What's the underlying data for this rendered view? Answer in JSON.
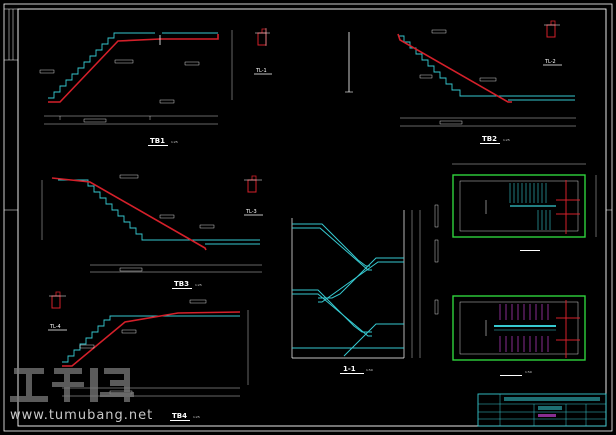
{
  "colors": {
    "background": "#000000",
    "frame": "#ffffff",
    "concrete": "#d4202a",
    "stairs": "#36c9d0",
    "dimension": "#ffffff",
    "label_bar": "#ffffff",
    "rebar": "#c040d0",
    "titleblock": "#36c9d0"
  },
  "views": {
    "tb1": {
      "label": "TB1",
      "scale": "1:25"
    },
    "tb2": {
      "label": "TB2",
      "scale": "1:25"
    },
    "tb3": {
      "label": "TB3",
      "scale": "1:25"
    },
    "tb4": {
      "label": "TB4",
      "scale": "1:25"
    },
    "section": {
      "label": "1-1",
      "scale": "1:50"
    },
    "plan_top": {
      "label": "",
      "scale": ""
    },
    "plan_bottom": {
      "label": "",
      "scale": "1:50"
    }
  },
  "details": {
    "d1": {
      "label": "TL-1"
    },
    "d2": {
      "label": "TL-2"
    },
    "d3": {
      "label": "TL-3"
    },
    "d4": {
      "label": "TL-4"
    }
  },
  "watermark": {
    "logo_icon": "tumubang-logo",
    "url": "www.tumubang.net"
  }
}
